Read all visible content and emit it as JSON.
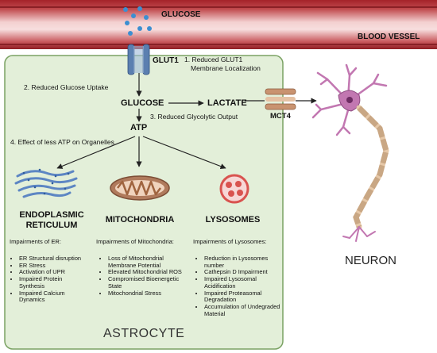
{
  "blood_vessel": {
    "label": "BLOOD VESSEL",
    "glucose_label": "GLUCOSE"
  },
  "transporters": {
    "glut1": "GLUT1",
    "mct4": "MCT4"
  },
  "steps": {
    "step1_line1": "1. Reduced GLUT1",
    "step1_line2": "Membrane Localization",
    "step2": "2. Reduced Glucose Uptake",
    "step3": "3. Reduced Glycolytic Output",
    "step4": "4. Effect of less ATP on Organelles"
  },
  "metabolites": {
    "glucose": "GLUCOSE",
    "lactate": "LACTATE",
    "atp": "ATP"
  },
  "organelles": {
    "er": {
      "title_line1": "ENDOPLASMIC",
      "title_line2": "RETICULUM",
      "impairments_title": "Impairments of ER:",
      "items": [
        "ER Structural disruption",
        "ER Stress",
        "Activation of UPR",
        "Impaired Protein Synthesis",
        "Impaired Calcium Dynamics"
      ]
    },
    "mito": {
      "title": "MITOCHONDRIA",
      "impairments_title": "Impairments of Mitochondria:",
      "items": [
        "Loss of Mitochondrial Membrane Potential",
        "Elevated Mitochondrial ROS",
        "Compromised Bioenergetic State",
        "Mitochondrial Stress"
      ]
    },
    "lyso": {
      "title": "LYSOSOMES",
      "impairments_title": "Impairments of Lysosomes:",
      "items": [
        "Reduction in Lysosomes number",
        "Cathepsin D Impairment",
        "Impaired Lysosomal Acidification",
        "Impaired Proteasomal Degradation",
        "Accumulation of Undegraded Material"
      ]
    }
  },
  "cell_labels": {
    "astrocyte": "ASTROCYTE",
    "neuron": "NEURON"
  },
  "colors": {
    "vessel": "#a5232a",
    "vessel_inner": "#f6d9d9",
    "astrocyte_fill": "#e3efd9",
    "astrocyte_border": "#7aa263",
    "glut1": "#5b7fb0",
    "mct4": "#c99370",
    "neuron": "#c277b1",
    "axon": "#e6c8a8",
    "er": "#5d86c3",
    "mito": "#b07a5c",
    "lyso": "#d9534f"
  },
  "icons": [
    "glucose-dots-icon",
    "glut1-channel-icon",
    "mct4-channel-icon",
    "er-icon",
    "mitochondria-icon",
    "lysosome-icon",
    "neuron-icon"
  ]
}
